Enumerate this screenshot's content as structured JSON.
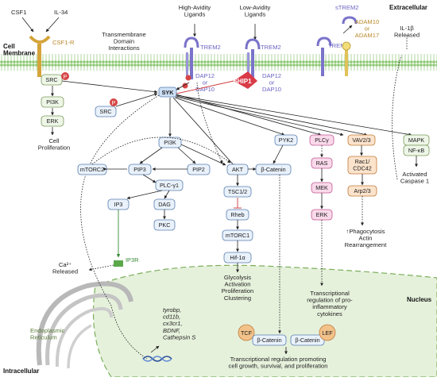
{
  "regions": {
    "extracellular": "Extracellular",
    "intracellular": "Intracellular",
    "cell_membrane": "Cell\nMembrane",
    "nucleus": "Nucleus",
    "er": "Endoplasmic\nReticulum"
  },
  "ligands": {
    "csf1": "CSF1",
    "il34": "IL-34",
    "csf1r": "CSF1-R",
    "high_avidity": "High-Avidity\nLigands",
    "low_avidity": "Low-Avidity\nLigands",
    "transmembrane": "Transmembrane\nDomain\nInteractions"
  },
  "receptors": {
    "trem2_a": "TREM2",
    "trem2_b": "TREM2",
    "trem2_c": "TREM2",
    "strem2": "sTREM2",
    "dap_a": "DAP12\nor\nDAP10",
    "dap_b": "DAP12\nor\nDAP10",
    "adam": "ADAM10\nor\nADAM17",
    "il1b": "IL-1β\nReleased",
    "ship1": "SHIP1"
  },
  "nodes": {
    "src_mem": "SRC",
    "p": "P",
    "pi3k_left": "PI3K",
    "erk_left": "ERK",
    "cell_prolif": "Cell\nProliferation",
    "src_free": "SRC",
    "syk": "SYK",
    "pi3k_mid": "PI3K",
    "mtorc2": "mTORC2",
    "pip3": "PIP3",
    "pip2": "PIP2",
    "akt": "AKT",
    "plcg1": "PLC-γ1",
    "ip3": "IP3",
    "dag": "DAG",
    "pkc": "PKC",
    "tsc": "TSC1/2",
    "rheb": "Rheb",
    "mtorc1": "mTORC1",
    "hif": "Hif-1α",
    "pyk2": "PYK2",
    "bcat_top": "β-Catenin",
    "plcy": "PLCγ",
    "ras": "RAS",
    "mek": "MEK",
    "erk_right": "ERK",
    "vav": "VAV2/3",
    "rac": "Rac1/\nCDC42",
    "arp": "Arp2/3",
    "mapk": "MAPK",
    "nfkb": "NF-κB",
    "activated_casp": "Activated\nCaspase 1",
    "ip3r": "IP3R",
    "ca": "Ca²⁺\nReleased",
    "tcf": "TCF",
    "lef": "LEF",
    "bcat_n1": "β-Catenin",
    "bcat_n2": "β-Catenin"
  },
  "outcomes": {
    "glyco": "Glycolysis\nActivation\nProliferation\nClustering",
    "phago": "↑Phagocytosis\nActin\nRearrangement",
    "transcr_pro": "Transcriptional\nregulation of pro-\ninflammatory\ncytokines",
    "genes": "tyrobp,\ncd11b,\ncx3cr1,\nBDNF,\nCathepsin S",
    "transcr_bottom": "Transcriptional regulation promoting\ncell growth, survival, and proliferation"
  },
  "colors": {
    "membrane": "#9fd08a",
    "membrane_dark": "#5a9e45",
    "nucleus_bg": "#e6f1dc",
    "trem2": "#7a73c9",
    "ship1": "#d93b48",
    "p_badge": "#d64545"
  }
}
